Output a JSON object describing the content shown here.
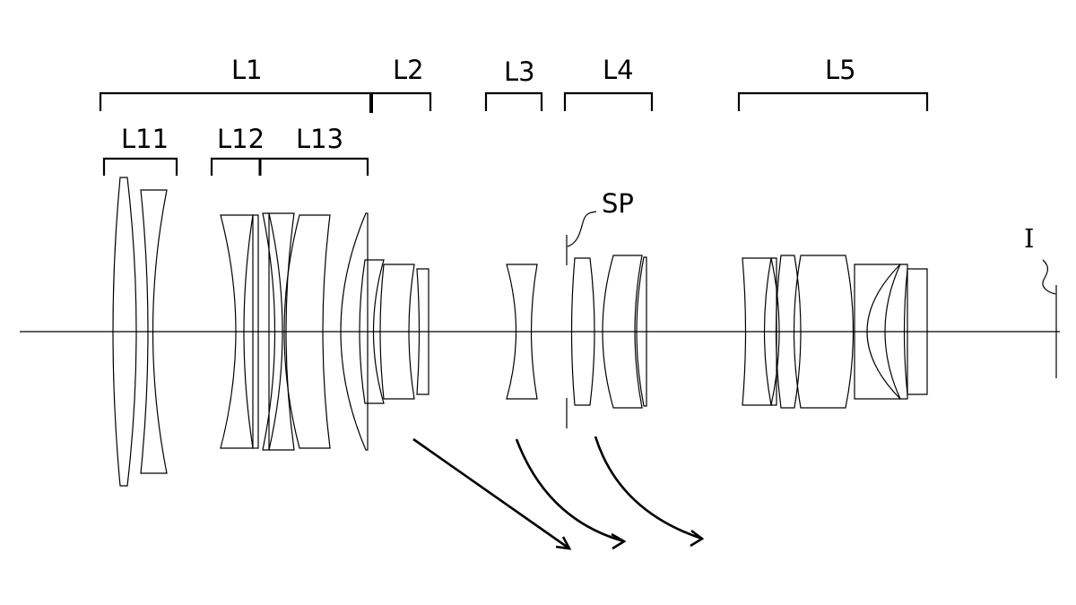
{
  "labels": {
    "group_L1": "L1",
    "group_L2": "L2",
    "group_L3": "L3",
    "group_L4": "L4",
    "group_L5": "L5",
    "sub_L11": "L11",
    "sub_L12": "L12",
    "sub_L13": "L13",
    "stop": "SP",
    "image_plane": "I"
  },
  "colors": {
    "ink": "#000000",
    "background": "#ffffff"
  }
}
